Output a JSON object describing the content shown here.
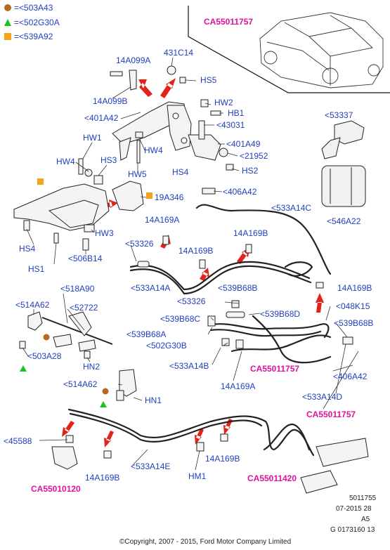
{
  "legend": [
    {
      "shape": "circle",
      "color": "#b26b1e",
      "text": "=<503A43"
    },
    {
      "shape": "triangle",
      "color": "#19c41d",
      "text": "=<502G30A"
    },
    {
      "shape": "square",
      "color": "#f7a21b",
      "text": "=<539A92"
    }
  ],
  "refs": {
    "car": "CA55011757",
    "mid": "CA55011757",
    "right": "CA55011757",
    "bottom_left": "CA55010120",
    "bottom_right": "CA55011420"
  },
  "labels": {
    "p14A099A": "14A099A",
    "p431C14": "431C14",
    "pHS5": "HS5",
    "p14A099B": "14A099B",
    "pHW2": "HW2",
    "pHB1": "HB1",
    "p401A42": "<401A42",
    "p43031": "<43031",
    "p53337": "<53337",
    "pHW1": "HW1",
    "pHW4a": "HW4",
    "pHS3": "HS3",
    "pHW4b": "HW4",
    "p401A49": "<401A49",
    "p21952": "<21952",
    "pHW5": "HW5",
    "pHS4a": "HS4",
    "pHS2": "HS2",
    "p406A42a": "<406A42",
    "p19A346": "19A346",
    "p533A14C": "<533A14C",
    "p14A169A": "14A169A",
    "p546A22": "<546A22",
    "pHS4b": "HS4",
    "pHW3": "HW3",
    "p14A169Bt": "14A169B",
    "p53326a": "<53326",
    "p14A169Bm": "14A169B",
    "pHS1": "HS1",
    "p506B14": "<506B14",
    "p518A90": "<518A90",
    "p533A14A": "<533A14A",
    "p539B68Ba": "<539B68B",
    "p14A169Br": "14A169B",
    "p514A62a": "<514A62",
    "p52722": "<52722",
    "p53326b": "<53326",
    "p048K15": "<048K15",
    "p539B68D": "<539B68D",
    "p539B68C": "<539B68C",
    "p539B68Bb": "<539B68B",
    "p539B68A": "<539B68A",
    "p503A28": "<503A28",
    "p502G30B": "<502G30B",
    "pHN2": "HN2",
    "p533A14B": "<533A14B",
    "p406A42b": "<406A42",
    "p514A62b": "<514A62",
    "p14A169Am": "14A169A",
    "p533A14D": "<533A14D",
    "pHN1": "HN1",
    "p45588": "<45588",
    "p14A169Bb1": "14A169B",
    "p533A14E": "<533A14E",
    "pHM1": "HM1",
    "p14A169Bb2": "14A169B"
  },
  "footer": {
    "code1": "5011755",
    "code2": "07-2015 28",
    "code3": "A5",
    "code4": "G 0173160 13",
    "copyright": "©Copyright, 2007 - 2015, Ford Motor Company Limited"
  }
}
